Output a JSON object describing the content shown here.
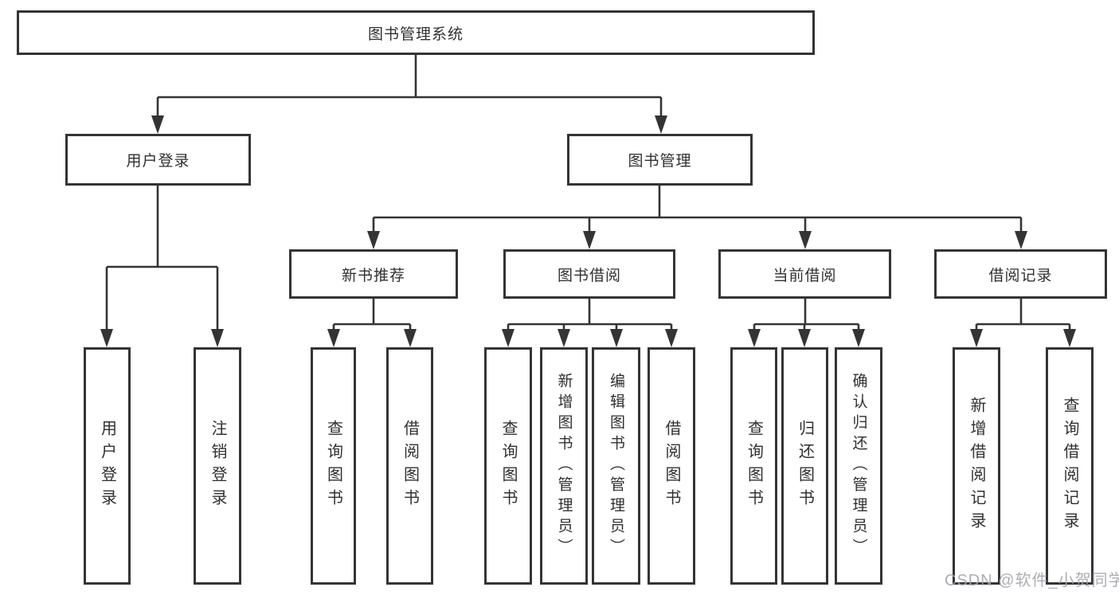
{
  "diagram_title": "图书管理系统",
  "tree": {
    "label": "图书管理系统",
    "children": [
      {
        "label": "用户登录",
        "children": [
          {
            "label": "用户登录"
          },
          {
            "label": "注销登录"
          }
        ]
      },
      {
        "label": "图书管理",
        "children": [
          {
            "label": "新书推荐",
            "children": [
              {
                "label": "查询图书"
              },
              {
                "label": "借阅图书"
              }
            ]
          },
          {
            "label": "图书借阅",
            "children": [
              {
                "label": "查询图书"
              },
              {
                "label": "新增图书（管理员）"
              },
              {
                "label": "编辑图书（管理员）"
              },
              {
                "label": "借阅图书"
              }
            ]
          },
          {
            "label": "当前借阅",
            "children": [
              {
                "label": "查询图书"
              },
              {
                "label": "归还图书"
              },
              {
                "label": "确认归还（管理员）"
              }
            ]
          },
          {
            "label": "借阅记录",
            "children": [
              {
                "label": "新增借阅记录"
              },
              {
                "label": "查询借阅记录"
              }
            ]
          }
        ]
      }
    ]
  },
  "watermark": {
    "text": "CSDN @软件_小贺同学"
  },
  "colors": {
    "line": "#343434",
    "box_border": "#343434",
    "box_fill": "#ffffff",
    "text": "#303030",
    "watermark": "#a4a4ac",
    "background": "#ffffff"
  }
}
